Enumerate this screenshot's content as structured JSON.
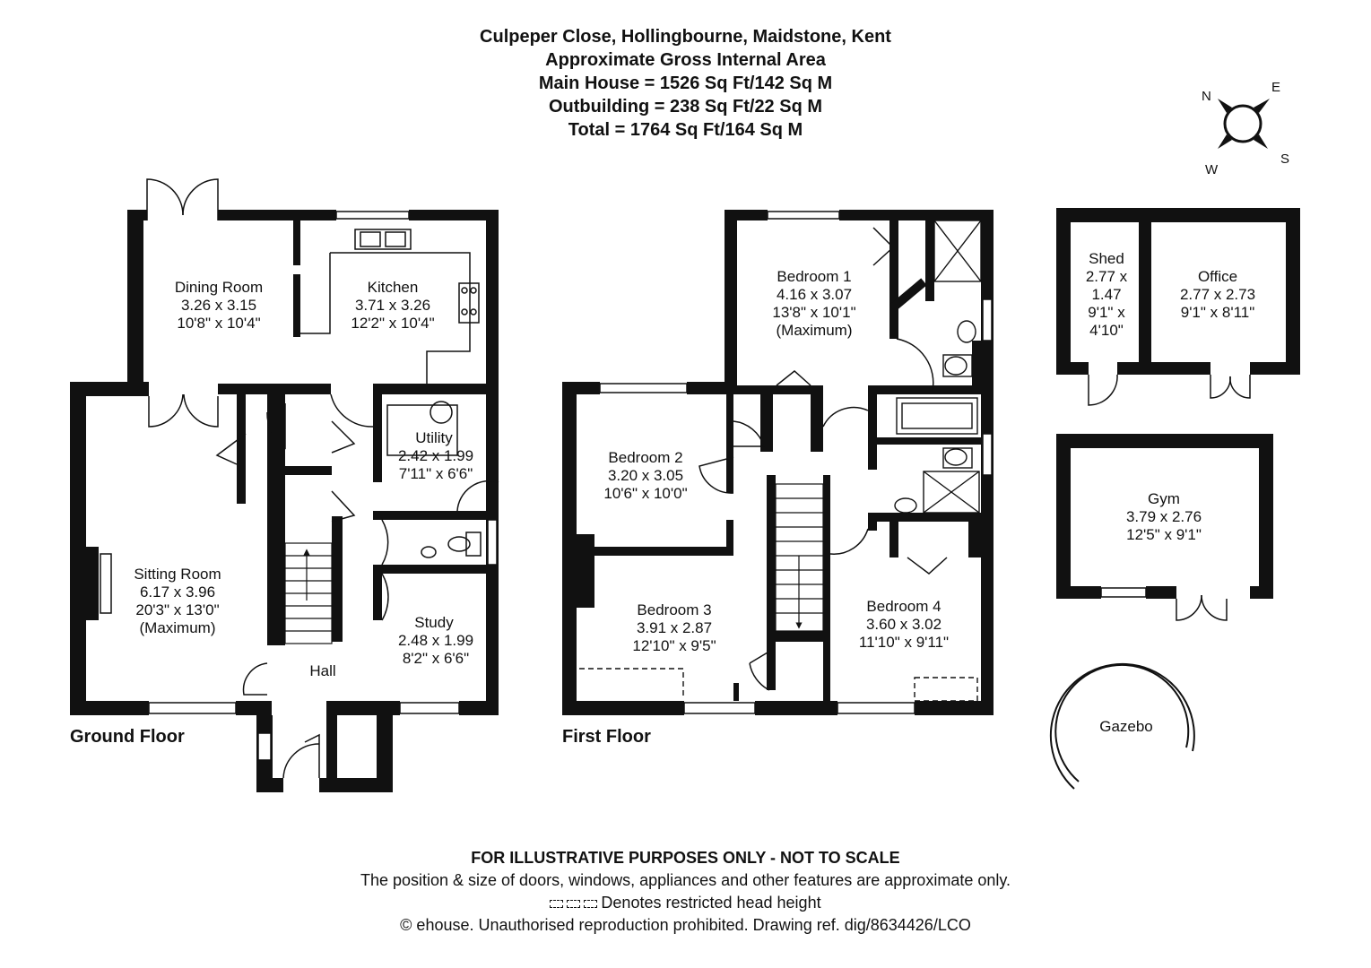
{
  "header": {
    "address": "Culpeper Close, Hollingbourne, Maidstone, Kent",
    "area_title": "Approximate Gross Internal Area",
    "main_house": "Main House = 1526 Sq Ft/142 Sq M",
    "outbuilding": "Outbuilding = 238 Sq Ft/22 Sq M",
    "total": "Total = 1764 Sq Ft/164 Sq M"
  },
  "compass": {
    "n": "N",
    "e": "E",
    "s": "S",
    "w": "W"
  },
  "floors": {
    "ground": "Ground Floor",
    "first": "First Floor"
  },
  "rooms": {
    "dining": {
      "name": "Dining Room",
      "metric": "3.26 x 3.15",
      "imperial": "10'8\" x 10'4\""
    },
    "kitchen": {
      "name": "Kitchen",
      "metric": "3.71 x 3.26",
      "imperial": "12'2\" x 10'4\""
    },
    "utility": {
      "name": "Utility",
      "metric": "2.42 x 1.99",
      "imperial": "7'11\" x 6'6\""
    },
    "sitting": {
      "name": "Sitting Room",
      "metric": "6.17 x 3.96",
      "imperial": "20'3\" x 13'0\"",
      "note": "(Maximum)"
    },
    "study": {
      "name": "Study",
      "metric": "2.48 x 1.99",
      "imperial": "8'2\" x 6'6\""
    },
    "hall": {
      "name": "Hall"
    },
    "bedroom1": {
      "name": "Bedroom 1",
      "metric": "4.16 x 3.07",
      "imperial": "13'8\" x 10'1\"",
      "note": "(Maximum)"
    },
    "bedroom2": {
      "name": "Bedroom 2",
      "metric": "3.20 x 3.05",
      "imperial": "10'6\" x 10'0\""
    },
    "bedroom3": {
      "name": "Bedroom 3",
      "metric": "3.91 x 2.87",
      "imperial": "12'10\" x 9'5\""
    },
    "bedroom4": {
      "name": "Bedroom 4",
      "metric": "3.60 x 3.02",
      "imperial": "11'10\" x 9'11\""
    },
    "shed": {
      "name": "Shed",
      "l1": "2.77 x",
      "l2": "1.47",
      "l3": "9'1\" x",
      "l4": "4'10\""
    },
    "office": {
      "name": "Office",
      "metric": "2.77 x 2.73",
      "imperial": "9'1\" x 8'11\""
    },
    "gym": {
      "name": "Gym",
      "metric": "3.79 x 2.76",
      "imperial": "12'5\" x 9'1\""
    },
    "gazebo": {
      "name": "Gazebo"
    }
  },
  "footer": {
    "disclaimer": "FOR ILLUSTRATIVE PURPOSES ONLY - NOT TO SCALE",
    "note": "The position & size of doors, windows, appliances and other features are approximate only.",
    "legend": "Denotes restricted head height",
    "copyright": "© ehouse. Unauthorised reproduction prohibited. Drawing ref. dig/8634426/LCO"
  }
}
